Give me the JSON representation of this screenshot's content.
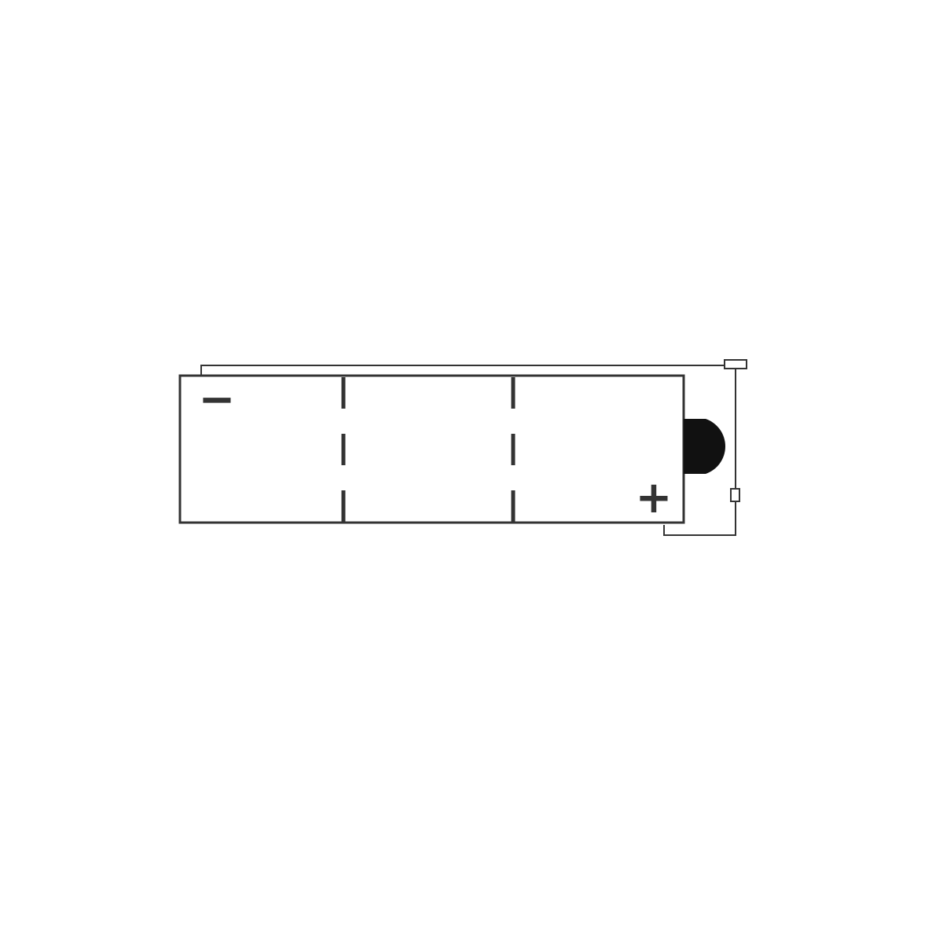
{
  "diagram": {
    "negative_symbol": "−",
    "positive_symbol": "+",
    "cell_count": 3,
    "colors": {
      "line": "#333333",
      "terminal": "#111111",
      "background": "#ffffff"
    },
    "icons": [
      "battery-body",
      "vent-tube",
      "positive-terminal-cap"
    ]
  }
}
